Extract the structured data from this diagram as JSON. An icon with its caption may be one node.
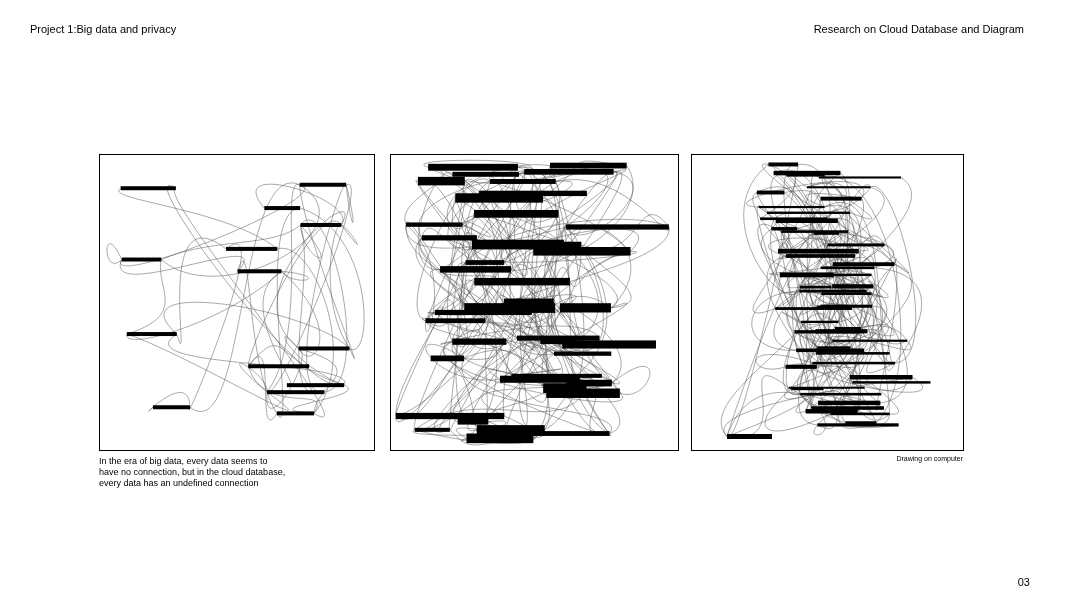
{
  "diagram": {
    "labels": [
      "Project 1:Big data and privacy",
      "Research on Cloud Database and Diagram",
      "In the era of big data, every data seems to have no connection, but in the cloud database, every data has an undefined connection",
      "Drawing on computer",
      "03"
    ]
  }
}
